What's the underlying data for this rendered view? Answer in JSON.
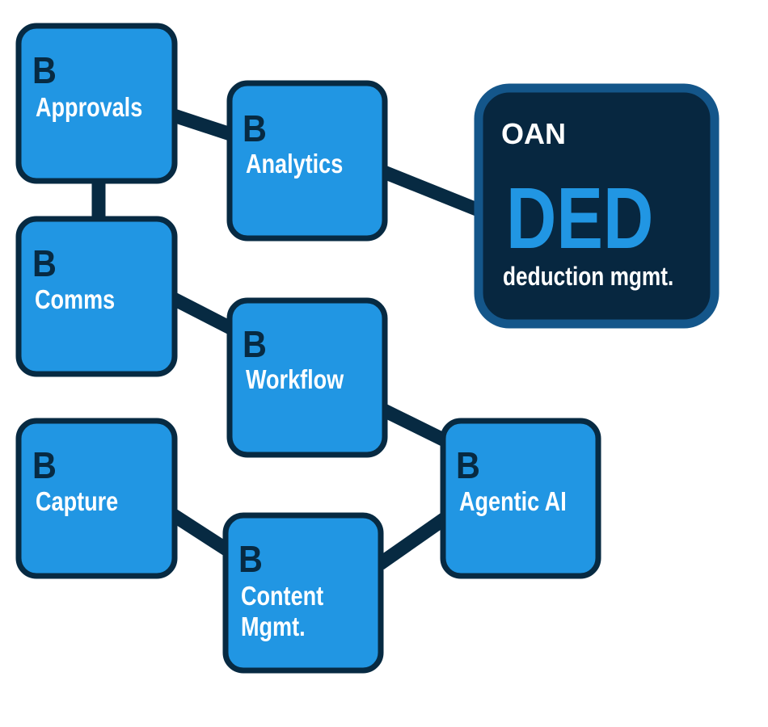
{
  "nodes": {
    "approvals": {
      "badge": "B",
      "label": "Approvals"
    },
    "analytics": {
      "badge": "B",
      "label": "Analytics"
    },
    "comms": {
      "badge": "B",
      "label": "Comms"
    },
    "workflow": {
      "badge": "B",
      "label": "Workflow"
    },
    "capture": {
      "badge": "B",
      "label": "Capture"
    },
    "content": {
      "badge": "B",
      "label_line1": "Content",
      "label_line2": "Mgmt."
    },
    "agentic": {
      "badge": "B",
      "label": "Agentic AI"
    }
  },
  "product": {
    "brand": "OAN",
    "code": "DED",
    "description": "deduction mgmt."
  },
  "colors": {
    "node_fill": "#2196e3",
    "node_border": "#072a42",
    "product_fill": "#072740",
    "product_border": "#14568a",
    "product_code": "#2196e3"
  }
}
